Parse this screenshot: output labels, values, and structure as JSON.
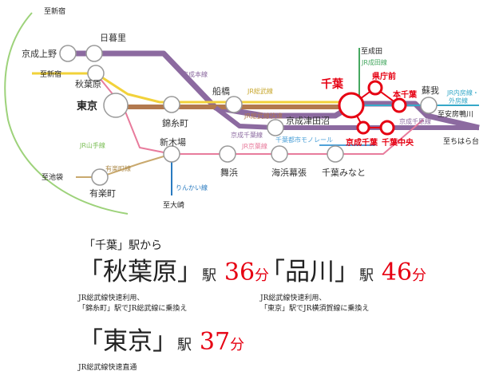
{
  "stations": {
    "shinjuku_dest": "至新宿",
    "keisei_ueno": "京成上野",
    "nippori": "日暮里",
    "shinjuku_dest2": "至新宿",
    "akihabara": "秋葉原",
    "tokyo": "東京",
    "kinshicho": "錦糸町",
    "funabashi": "船橋",
    "keisei_tsudanuma": "京成津田沼",
    "shinkiba": "新木場",
    "maihama": "舞浜",
    "kaihin_makuhari": "海浜幕張",
    "chiba_minato": "千葉みなと",
    "ikebukuro_dest": "至池袋",
    "yurakucho": "有楽町",
    "oosaki_dest": "至大崎",
    "narita_dest": "至成田",
    "chiba": "千葉",
    "kenchomae": "県庁前",
    "hon_chiba": "本千葉",
    "keisei_chiba": "京成千葉",
    "chiba_chuo": "千葉中央",
    "soga": "蘇我",
    "awakamogawa_dest": "至安房鴨川",
    "chiharadai_dest": "至ちはら台"
  },
  "lines": {
    "keisei_main": "京成本線",
    "jr_sobu": "JR総武線",
    "jr_sobu_rapid": "JR総武線快速",
    "keisei_chiba_line": "京成千葉線",
    "jr_keiyo": "JR京葉線",
    "chiba_monorail": "千葉都市モノレール",
    "jr_yamanote": "JR山手線",
    "yurakucho_line": "有楽町線",
    "rinkai": "りんかい線",
    "jr_narita": "JR成田線",
    "jr_uchibo_sotobo_1": "JR内房線・",
    "jr_uchibo_sotobo_2": "外房線",
    "keisei_chihara": "京成千原線"
  },
  "colors": {
    "keisei_main": "#8c6aa0",
    "jr_sobu_local": "#f2d23a",
    "jr_sobu_rapid": "#b2794e",
    "jr_keiyo": "#e87b9c",
    "jr_yamanote": "#9dd27a",
    "yurakucho": "#c9a96e",
    "rinkai": "#2a7bc0",
    "uchibo": "#35a8c8",
    "narita": "#45a860",
    "monorail": "#4fa2d8",
    "accent_red": "#e60012"
  },
  "info": {
    "lead": "「千葉」駅から",
    "akihabara": {
      "dest": "「秋葉原」",
      "eki": "駅",
      "minutes": "36",
      "fun": "分",
      "note1": "JR総武線快速利用、",
      "note2": "「錦糸町」駅でJR総武線に乗換え"
    },
    "shinagawa": {
      "dest": "「品川」",
      "eki": "駅",
      "minutes": "46",
      "fun": "分",
      "note1": "JR総武線快速利用、",
      "note2": "「東京」駅でJR横須賀線に乗換え"
    },
    "tokyo": {
      "dest": "「東京」",
      "eki": "駅",
      "minutes": "37",
      "fun": "分",
      "note1": "JR総武線快速直通"
    }
  }
}
